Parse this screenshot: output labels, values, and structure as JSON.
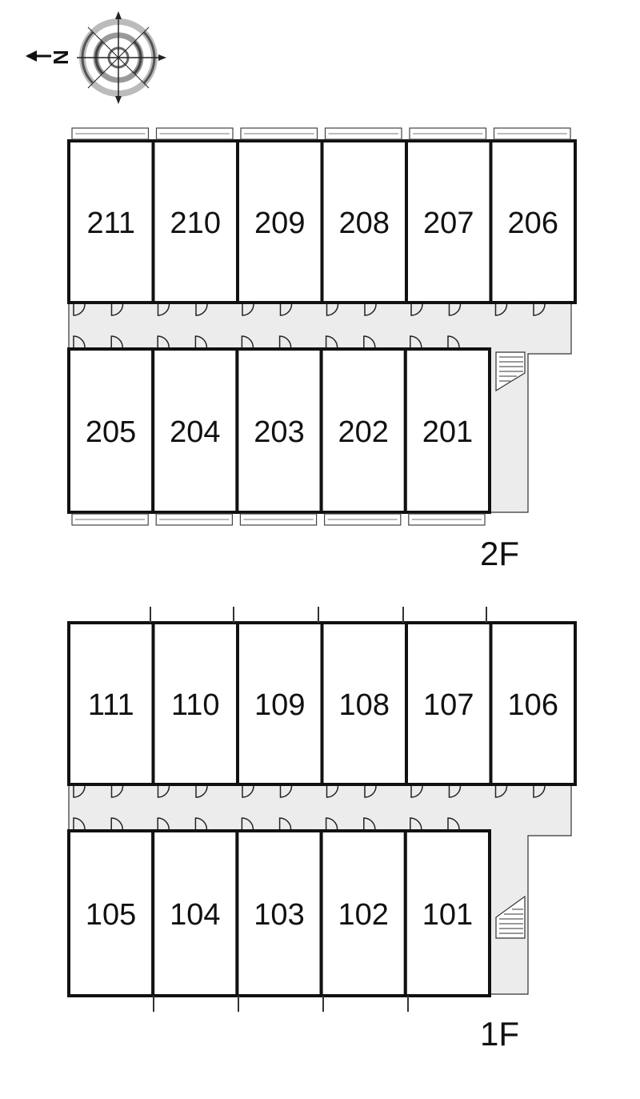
{
  "compass": {
    "north_label": "N",
    "icon": "compass-rose-icon"
  },
  "floor2": {
    "label": "2F",
    "rooms_top": [
      "211",
      "210",
      "209",
      "208",
      "207",
      "206"
    ],
    "rooms_bottom": [
      "205",
      "204",
      "203",
      "202",
      "201"
    ]
  },
  "floor1": {
    "label": "1F",
    "rooms_top": [
      "111",
      "110",
      "109",
      "108",
      "107",
      "106"
    ],
    "rooms_bottom": [
      "105",
      "104",
      "103",
      "102",
      "101"
    ]
  }
}
